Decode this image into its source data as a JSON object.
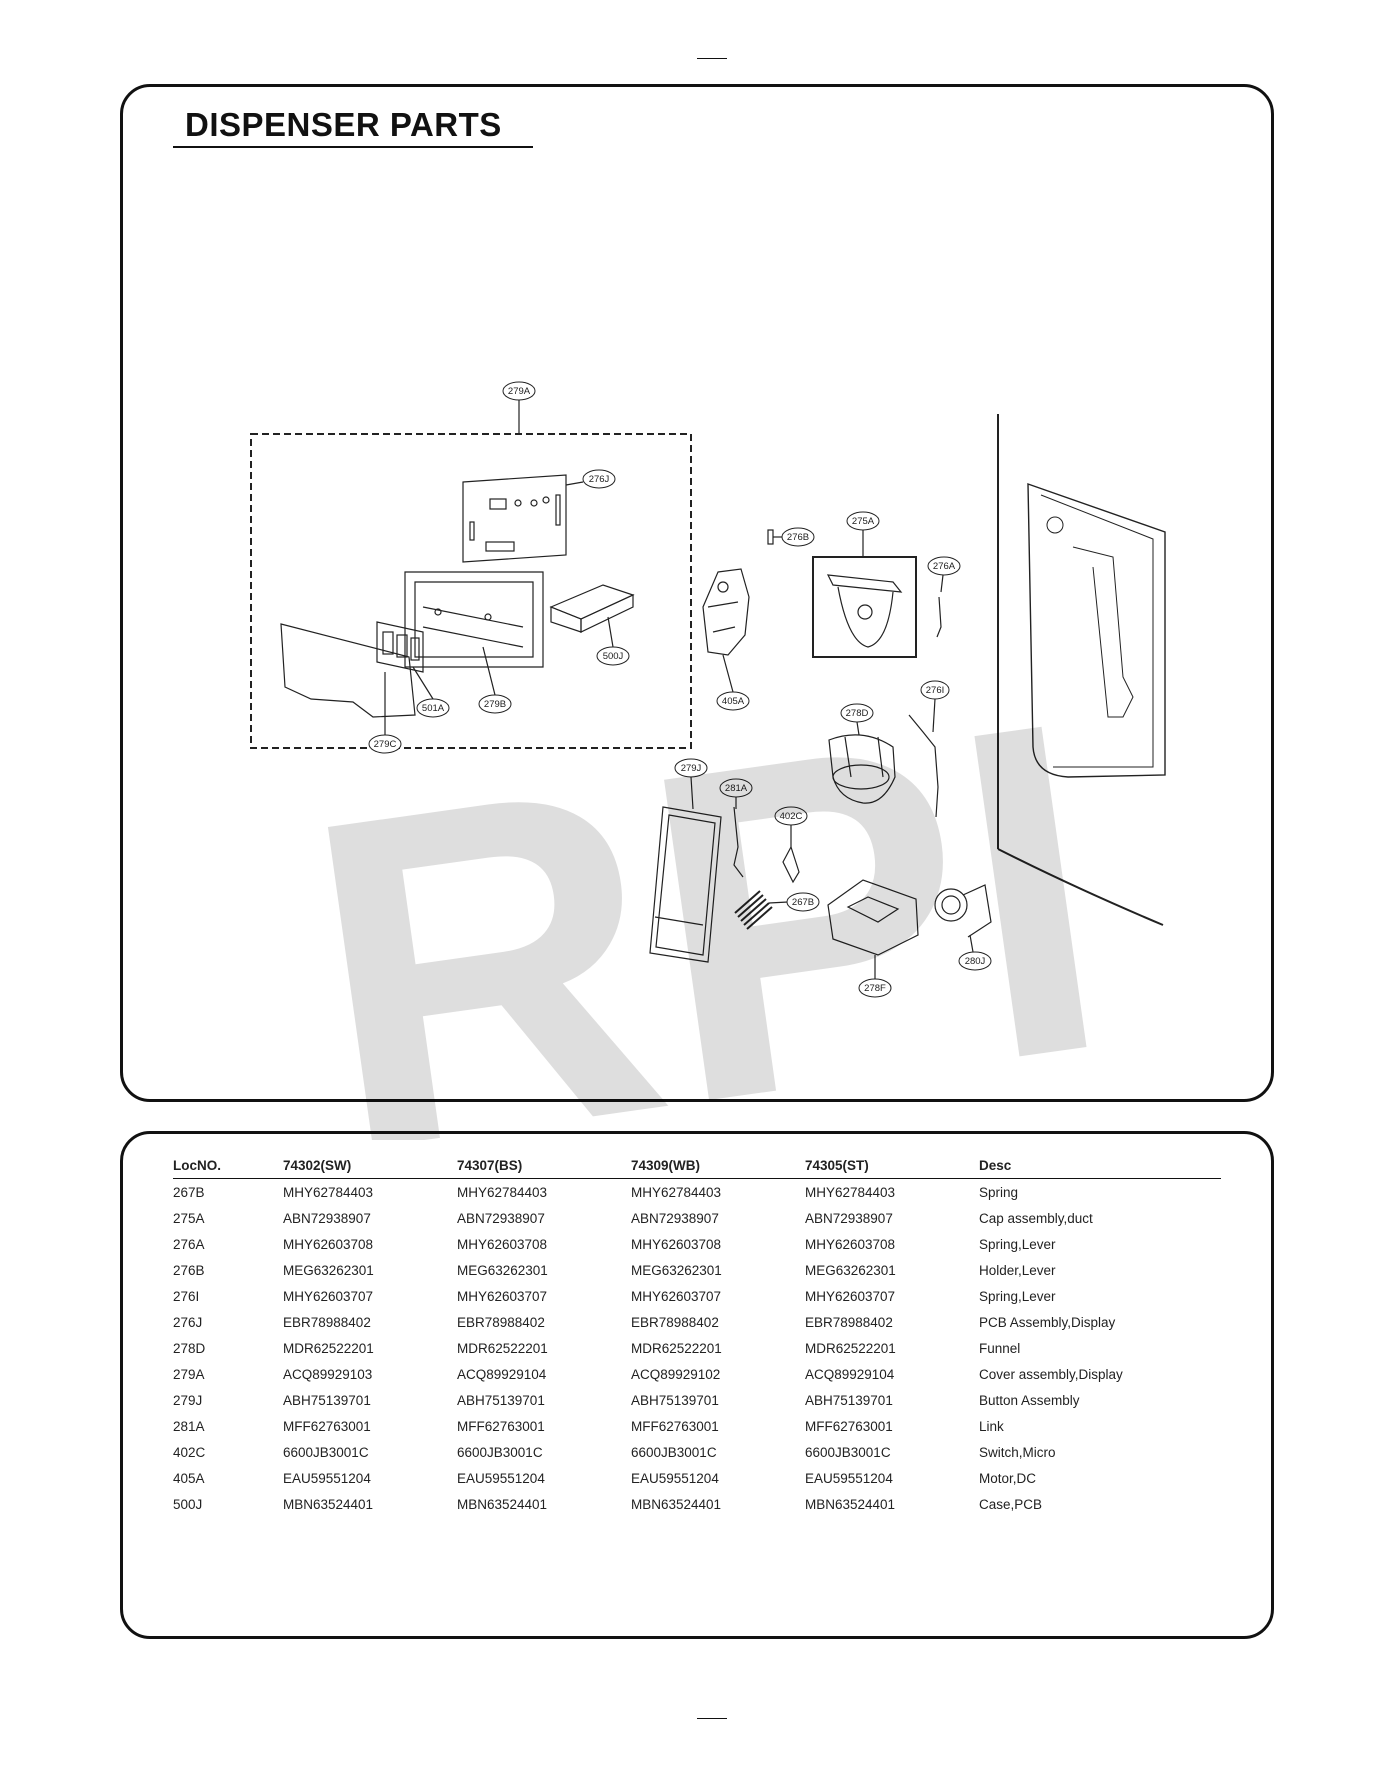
{
  "page": {
    "title": "DISPENSER PARTS",
    "watermark": "RPI"
  },
  "diagram": {
    "callouts": [
      "279A",
      "276J",
      "276B",
      "275A",
      "276A",
      "500J",
      "405A",
      "501A",
      "279B",
      "279C",
      "278D",
      "276I",
      "279J",
      "281A",
      "402C",
      "267B",
      "278F",
      "280J"
    ]
  },
  "table": {
    "headers": [
      "LocNO.",
      "74302(SW)",
      "74307(BS)",
      "74309(WB)",
      "74305(ST)",
      "Desc"
    ],
    "rows": [
      [
        "267B",
        "MHY62784403",
        "MHY62784403",
        "MHY62784403",
        "MHY62784403",
        "Spring"
      ],
      [
        "275A",
        "ABN72938907",
        "ABN72938907",
        "ABN72938907",
        "ABN72938907",
        "Cap assembly,duct"
      ],
      [
        "276A",
        "MHY62603708",
        "MHY62603708",
        "MHY62603708",
        "MHY62603708",
        "Spring,Lever"
      ],
      [
        "276B",
        "MEG63262301",
        "MEG63262301",
        "MEG63262301",
        "MEG63262301",
        "Holder,Lever"
      ],
      [
        "276I",
        "MHY62603707",
        "MHY62603707",
        "MHY62603707",
        "MHY62603707",
        "Spring,Lever"
      ],
      [
        "276J",
        "EBR78988402",
        "EBR78988402",
        "EBR78988402",
        "EBR78988402",
        "PCB Assembly,Display"
      ],
      [
        "278D",
        "MDR62522201",
        "MDR62522201",
        "MDR62522201",
        "MDR62522201",
        "Funnel"
      ],
      [
        "279A",
        "ACQ89929103",
        "ACQ89929104",
        "ACQ89929102",
        "ACQ89929104",
        "Cover assembly,Display"
      ],
      [
        "279J",
        "ABH75139701",
        "ABH75139701",
        "ABH75139701",
        "ABH75139701",
        "Button Assembly"
      ],
      [
        "281A",
        "MFF62763001",
        "MFF62763001",
        "MFF62763001",
        "MFF62763001",
        "Link"
      ],
      [
        "402C",
        "6600JB3001C",
        "6600JB3001C",
        "6600JB3001C",
        "6600JB3001C",
        "Switch,Micro"
      ],
      [
        "405A",
        "EAU59551204",
        "EAU59551204",
        "EAU59551204",
        "EAU59551204",
        "Motor,DC"
      ],
      [
        "500J",
        "MBN63524401",
        "MBN63524401",
        "MBN63524401",
        "MBN63524401",
        "Case,PCB"
      ]
    ]
  }
}
